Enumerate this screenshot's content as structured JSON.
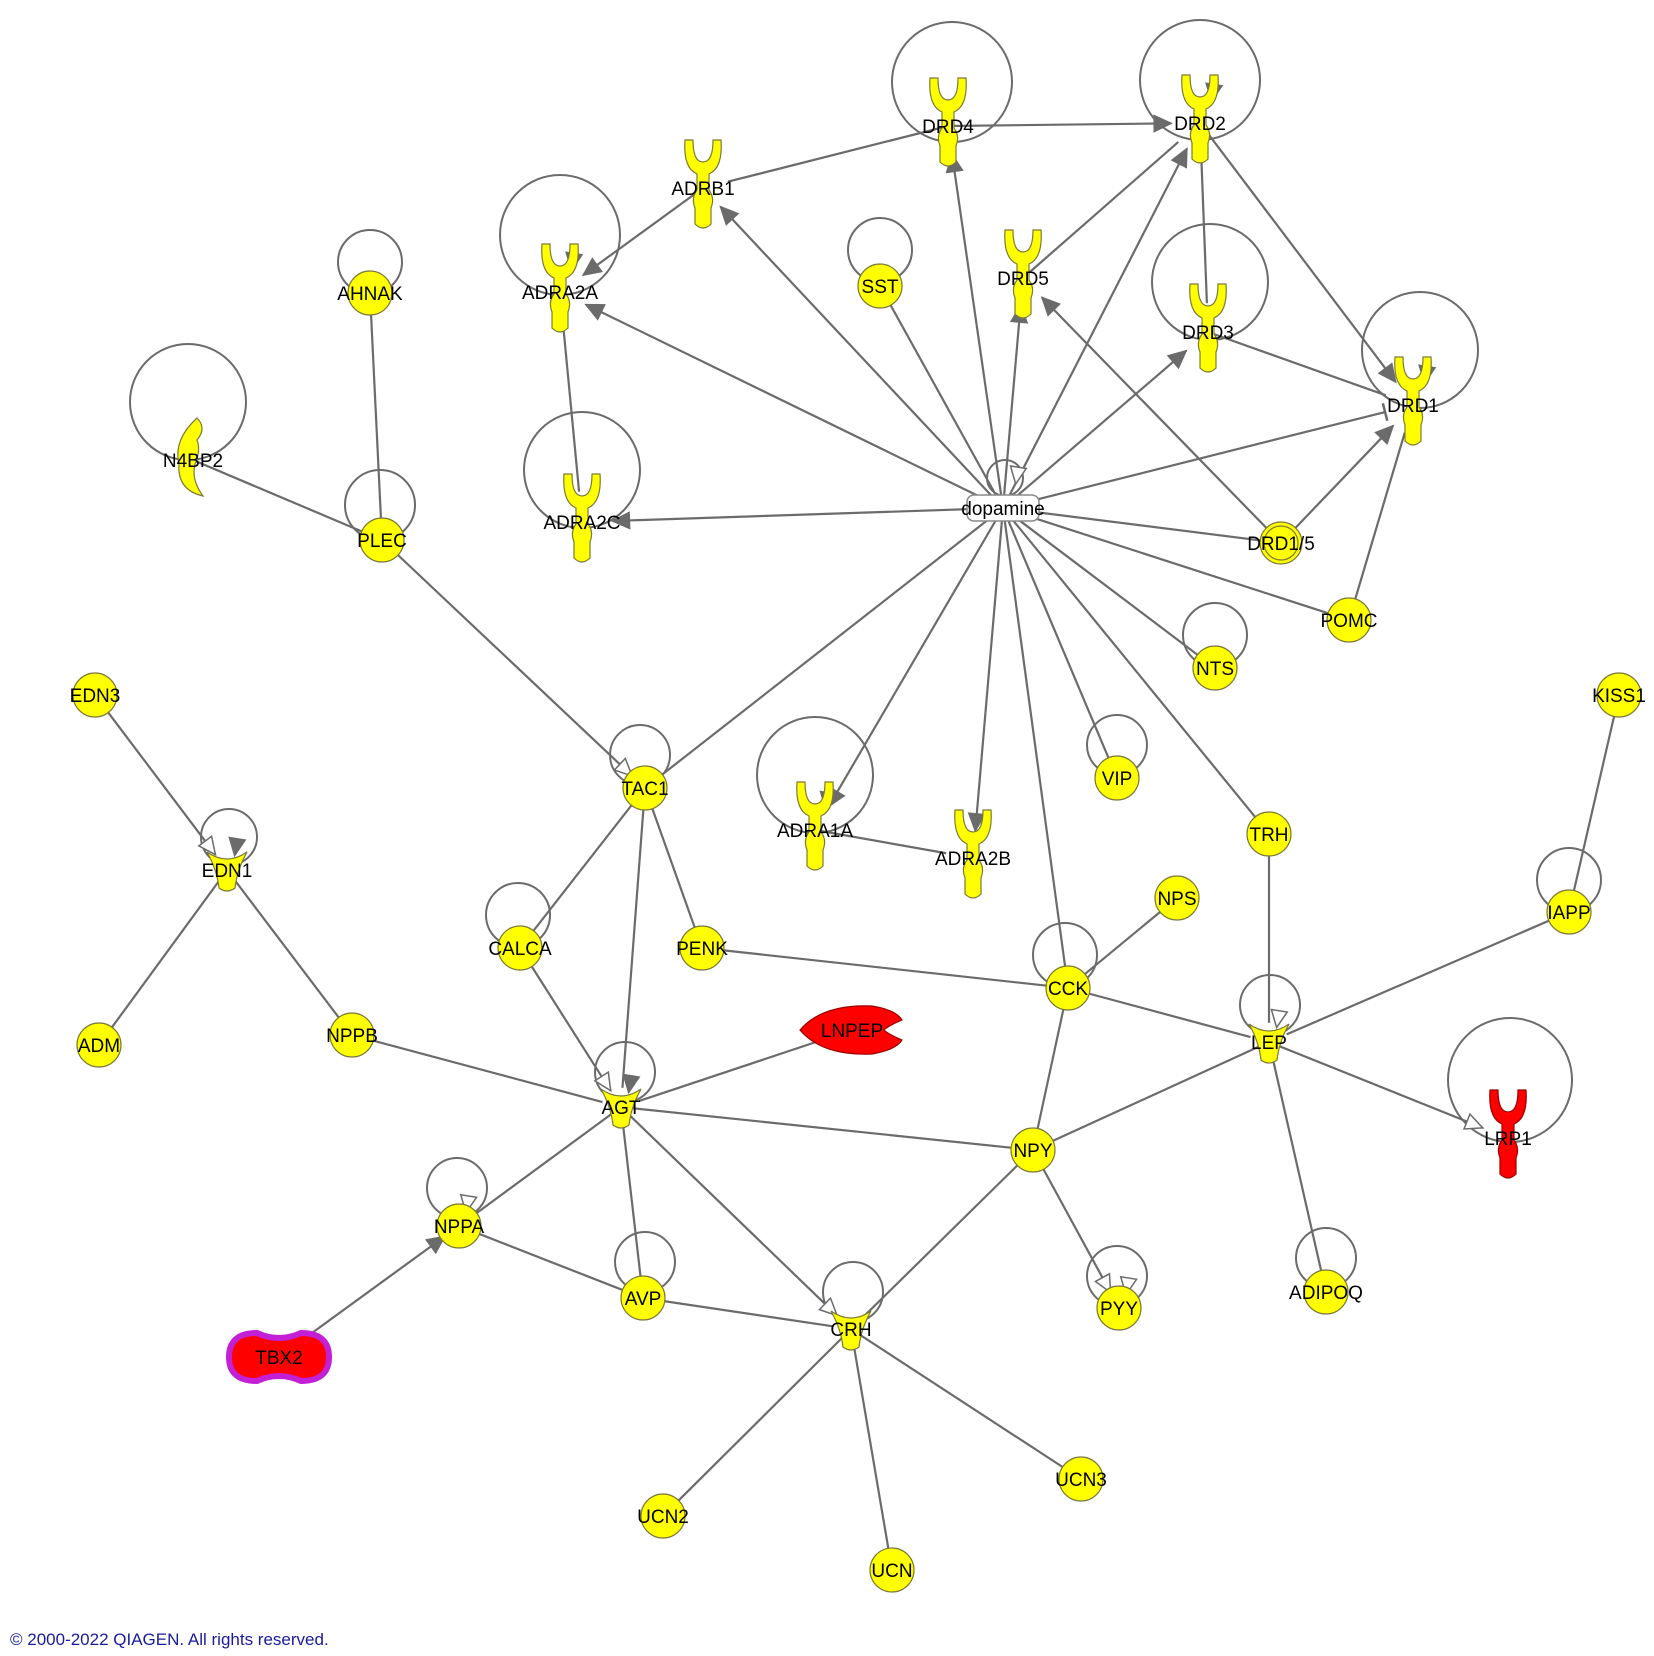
{
  "colors": {
    "edge": "#6b6b6b",
    "node_yellow": "#ffff00",
    "node_red": "#ff0000",
    "node_stroke": "#8a8a00",
    "tbx2_halo": "#c21fd6",
    "dopamine_fill": "#ffffff"
  },
  "nodes": [
    {
      "id": "AHNAK",
      "label": "AHNAK",
      "shape": "circle",
      "color": "yellow"
    },
    {
      "id": "N4BP2",
      "label": "N4BP2",
      "shape": "crescent",
      "color": "yellow"
    },
    {
      "id": "PLEC",
      "label": "PLEC",
      "shape": "circle",
      "color": "yellow"
    },
    {
      "id": "ADRB1",
      "label": "ADRB1",
      "shape": "receptor",
      "color": "yellow"
    },
    {
      "id": "ADRA2A",
      "label": "ADRA2A",
      "shape": "receptor",
      "color": "yellow"
    },
    {
      "id": "ADRA2C",
      "label": "ADRA2C",
      "shape": "receptor",
      "color": "yellow"
    },
    {
      "id": "DRD4",
      "label": "DRD4",
      "shape": "receptor",
      "color": "yellow"
    },
    {
      "id": "DRD2",
      "label": "DRD2",
      "shape": "receptor",
      "color": "yellow"
    },
    {
      "id": "SST",
      "label": "SST",
      "shape": "circle",
      "color": "yellow"
    },
    {
      "id": "DRD5",
      "label": "DRD5",
      "shape": "receptor",
      "color": "yellow"
    },
    {
      "id": "DRD3",
      "label": "DRD3",
      "shape": "receptor",
      "color": "yellow"
    },
    {
      "id": "DRD1",
      "label": "DRD1",
      "shape": "receptor",
      "color": "yellow"
    },
    {
      "id": "dopamine",
      "label": "dopamine",
      "shape": "chemical",
      "color": "white"
    },
    {
      "id": "DRD15",
      "label": "DRD1/5",
      "shape": "double-circle",
      "color": "yellow"
    },
    {
      "id": "POMC",
      "label": "POMC",
      "shape": "circle",
      "color": "yellow"
    },
    {
      "id": "NTS",
      "label": "NTS",
      "shape": "circle",
      "color": "yellow"
    },
    {
      "id": "EDN3",
      "label": "EDN3",
      "shape": "circle",
      "color": "yellow"
    },
    {
      "id": "KISS1",
      "label": "KISS1",
      "shape": "circle",
      "color": "yellow"
    },
    {
      "id": "TAC1",
      "label": "TAC1",
      "shape": "circle",
      "color": "yellow"
    },
    {
      "id": "ADRA1A",
      "label": "ADRA1A",
      "shape": "receptor",
      "color": "yellow"
    },
    {
      "id": "ADRA2B",
      "label": "ADRA2B",
      "shape": "receptor",
      "color": "yellow"
    },
    {
      "id": "VIP",
      "label": "VIP",
      "shape": "circle",
      "color": "yellow"
    },
    {
      "id": "TRH",
      "label": "TRH",
      "shape": "circle",
      "color": "yellow"
    },
    {
      "id": "EDN1",
      "label": "EDN1",
      "shape": "bowtie",
      "color": "yellow"
    },
    {
      "id": "NPS",
      "label": "NPS",
      "shape": "circle",
      "color": "yellow"
    },
    {
      "id": "IAPP",
      "label": "IAPP",
      "shape": "circle",
      "color": "yellow"
    },
    {
      "id": "CALCA",
      "label": "CALCA",
      "shape": "circle",
      "color": "yellow"
    },
    {
      "id": "PENK",
      "label": "PENK",
      "shape": "circle",
      "color": "yellow"
    },
    {
      "id": "CCK",
      "label": "CCK",
      "shape": "circle",
      "color": "yellow"
    },
    {
      "id": "ADM",
      "label": "ADM",
      "shape": "circle",
      "color": "yellow"
    },
    {
      "id": "NPPB",
      "label": "NPPB",
      "shape": "circle",
      "color": "yellow"
    },
    {
      "id": "LNPEP",
      "label": "LNPEP",
      "shape": "enzyme",
      "color": "red"
    },
    {
      "id": "LEP",
      "label": "LEP",
      "shape": "bowtie",
      "color": "yellow"
    },
    {
      "id": "LRP1",
      "label": "LRP1",
      "shape": "receptor",
      "color": "red"
    },
    {
      "id": "AGT",
      "label": "AGT",
      "shape": "bowtie",
      "color": "yellow"
    },
    {
      "id": "NPY",
      "label": "NPY",
      "shape": "circle",
      "color": "yellow"
    },
    {
      "id": "NPPA",
      "label": "NPPA",
      "shape": "circle",
      "color": "yellow"
    },
    {
      "id": "AVP",
      "label": "AVP",
      "shape": "circle",
      "color": "yellow"
    },
    {
      "id": "CRH",
      "label": "CRH",
      "shape": "bowtie",
      "color": "yellow"
    },
    {
      "id": "PYY",
      "label": "PYY",
      "shape": "circle",
      "color": "yellow"
    },
    {
      "id": "ADIPOQ",
      "label": "ADIPOQ",
      "shape": "circle",
      "color": "yellow"
    },
    {
      "id": "TBX2",
      "label": "TBX2",
      "shape": "peanut",
      "color": "red"
    },
    {
      "id": "UCN3",
      "label": "UCN3",
      "shape": "circle",
      "color": "yellow"
    },
    {
      "id": "UCN2",
      "label": "UCN2",
      "shape": "circle",
      "color": "yellow"
    },
    {
      "id": "UCN",
      "label": "UCN",
      "shape": "circle",
      "color": "yellow"
    }
  ],
  "edges": [
    {
      "from": "AHNAK",
      "to": "AHNAK",
      "type": "self"
    },
    {
      "from": "N4BP2",
      "to": "N4BP2",
      "type": "self"
    },
    {
      "from": "PLEC",
      "to": "PLEC",
      "type": "self"
    },
    {
      "from": "ADRA2A",
      "to": "ADRA2A",
      "type": "self-arrow"
    },
    {
      "from": "ADRA2C",
      "to": "ADRA2C",
      "type": "self"
    },
    {
      "from": "DRD4",
      "to": "DRD4",
      "type": "self"
    },
    {
      "from": "DRD2",
      "to": "DRD2",
      "type": "self-arrow"
    },
    {
      "from": "SST",
      "to": "SST",
      "type": "self"
    },
    {
      "from": "DRD3",
      "to": "DRD3",
      "type": "self"
    },
    {
      "from": "DRD1",
      "to": "DRD1",
      "type": "self-arrow"
    },
    {
      "from": "NTS",
      "to": "NTS",
      "type": "self"
    },
    {
      "from": "TAC1",
      "to": "TAC1",
      "type": "self"
    },
    {
      "from": "ADRA1A",
      "to": "ADRA1A",
      "type": "self-arrow"
    },
    {
      "from": "VIP",
      "to": "VIP",
      "type": "self"
    },
    {
      "from": "EDN1",
      "to": "EDN1",
      "type": "self-arrow"
    },
    {
      "from": "IAPP",
      "to": "IAPP",
      "type": "self"
    },
    {
      "from": "CALCA",
      "to": "CALCA",
      "type": "self"
    },
    {
      "from": "CCK",
      "to": "CCK",
      "type": "self"
    },
    {
      "from": "LEP",
      "to": "LEP",
      "type": "self-open"
    },
    {
      "from": "LRP1",
      "to": "LRP1",
      "type": "self"
    },
    {
      "from": "AGT",
      "to": "AGT",
      "type": "self-arrow"
    },
    {
      "from": "NPPA",
      "to": "NPPA",
      "type": "self-open"
    },
    {
      "from": "AVP",
      "to": "AVP",
      "type": "self"
    },
    {
      "from": "CRH",
      "to": "CRH",
      "type": "self"
    },
    {
      "from": "PYY",
      "to": "PYY",
      "type": "self-open"
    },
    {
      "from": "ADIPOQ",
      "to": "ADIPOQ",
      "type": "self"
    },
    {
      "from": "AHNAK",
      "to": "PLEC",
      "type": "line"
    },
    {
      "from": "N4BP2",
      "to": "PLEC",
      "type": "line"
    },
    {
      "from": "PLEC",
      "to": "TAC1",
      "type": "open"
    },
    {
      "from": "ADRB1",
      "to": "ADRA2A",
      "type": "arrow"
    },
    {
      "from": "DRD4",
      "to": "ADRB1",
      "type": "line"
    },
    {
      "from": "DRD4",
      "to": "DRD2",
      "type": "arrow"
    },
    {
      "from": "ADRA2A",
      "to": "ADRA2C",
      "type": "line"
    },
    {
      "from": "DRD5",
      "to": "DRD2",
      "type": "line"
    },
    {
      "from": "DRD2",
      "to": "DRD3",
      "type": "line"
    },
    {
      "from": "DRD2",
      "to": "DRD1",
      "type": "arrow"
    },
    {
      "from": "DRD3",
      "to": "DRD1",
      "type": "line"
    },
    {
      "from": "DRD15",
      "to": "DRD5",
      "type": "arrow"
    },
    {
      "from": "DRD15",
      "to": "DRD1",
      "type": "arrow"
    },
    {
      "from": "POMC",
      "to": "DRD1",
      "type": "line"
    },
    {
      "from": "dopamine",
      "to": "ADRB1",
      "type": "arrow"
    },
    {
      "from": "dopamine",
      "to": "ADRA2A",
      "type": "arrow"
    },
    {
      "from": "dopamine",
      "to": "ADRA2C",
      "type": "arrow"
    },
    {
      "from": "dopamine",
      "to": "DRD4",
      "type": "arrow"
    },
    {
      "from": "dopamine",
      "to": "DRD2",
      "type": "arrow"
    },
    {
      "from": "dopamine",
      "to": "DRD5",
      "type": "arrow"
    },
    {
      "from": "dopamine",
      "to": "DRD3",
      "type": "arrow"
    },
    {
      "from": "dopamine",
      "to": "DRD1",
      "type": "inhibit"
    },
    {
      "from": "dopamine",
      "to": "DRD15",
      "type": "inhibit"
    },
    {
      "from": "dopamine",
      "to": "SST",
      "type": "line"
    },
    {
      "from": "dopamine",
      "to": "POMC",
      "type": "line"
    },
    {
      "from": "dopamine",
      "to": "NTS",
      "type": "line"
    },
    {
      "from": "dopamine",
      "to": "TAC1",
      "type": "line"
    },
    {
      "from": "dopamine",
      "to": "ADRA1A",
      "type": "arrow"
    },
    {
      "from": "dopamine",
      "to": "ADRA2B",
      "type": "arrow"
    },
    {
      "from": "dopamine",
      "to": "VIP",
      "type": "line"
    },
    {
      "from": "dopamine",
      "to": "TRH",
      "type": "line"
    },
    {
      "from": "dopamine",
      "to": "CCK",
      "type": "line"
    },
    {
      "from": "dopamine",
      "to": "dopamine",
      "type": "self-open"
    },
    {
      "from": "ADRA1A",
      "to": "ADRA2B",
      "type": "line"
    },
    {
      "from": "EDN3",
      "to": "EDN1",
      "type": "open"
    },
    {
      "from": "EDN1",
      "to": "ADM",
      "type": "line"
    },
    {
      "from": "EDN1",
      "to": "NPPB",
      "type": "line"
    },
    {
      "from": "TAC1",
      "to": "CALCA",
      "type": "line"
    },
    {
      "from": "TAC1",
      "to": "PENK",
      "type": "line"
    },
    {
      "from": "TAC1",
      "to": "AGT",
      "type": "line"
    },
    {
      "from": "CALCA",
      "to": "AGT",
      "type": "open"
    },
    {
      "from": "PENK",
      "to": "CCK",
      "type": "line"
    },
    {
      "from": "NPS",
      "to": "CCK",
      "type": "line"
    },
    {
      "from": "CCK",
      "to": "LEP",
      "type": "line"
    },
    {
      "from": "CCK",
      "to": "NPY",
      "type": "line"
    },
    {
      "from": "TRH",
      "to": "LEP",
      "type": "line"
    },
    {
      "from": "KISS1",
      "to": "IAPP",
      "type": "line"
    },
    {
      "from": "IAPP",
      "to": "LEP",
      "type": "line"
    },
    {
      "from": "LEP",
      "to": "LRP1",
      "type": "open"
    },
    {
      "from": "LEP",
      "to": "NPY",
      "type": "inhibit"
    },
    {
      "from": "LEP",
      "to": "ADIPOQ",
      "type": "line"
    },
    {
      "from": "NPPB",
      "to": "AGT",
      "type": "line"
    },
    {
      "from": "LNPEP",
      "to": "AGT",
      "type": "line"
    },
    {
      "from": "AGT",
      "to": "NPY",
      "type": "line"
    },
    {
      "from": "AGT",
      "to": "NPPA",
      "type": "line"
    },
    {
      "from": "AGT",
      "to": "AVP",
      "type": "line"
    },
    {
      "from": "AGT",
      "to": "CRH",
      "type": "open"
    },
    {
      "from": "NPPA",
      "to": "AVP",
      "type": "inhibit"
    },
    {
      "from": "TBX2",
      "to": "NPPA",
      "type": "arrow"
    },
    {
      "from": "AVP",
      "to": "CRH",
      "type": "line"
    },
    {
      "from": "NPY",
      "to": "CRH",
      "type": "line"
    },
    {
      "from": "NPY",
      "to": "PYY",
      "type": "open"
    },
    {
      "from": "CRH",
      "to": "UCN2",
      "type": "line"
    },
    {
      "from": "CRH",
      "to": "UCN",
      "type": "line"
    },
    {
      "from": "CRH",
      "to": "UCN3",
      "type": "line"
    }
  ],
  "copyright": "© 2000-2022 QIAGEN. All rights reserved."
}
